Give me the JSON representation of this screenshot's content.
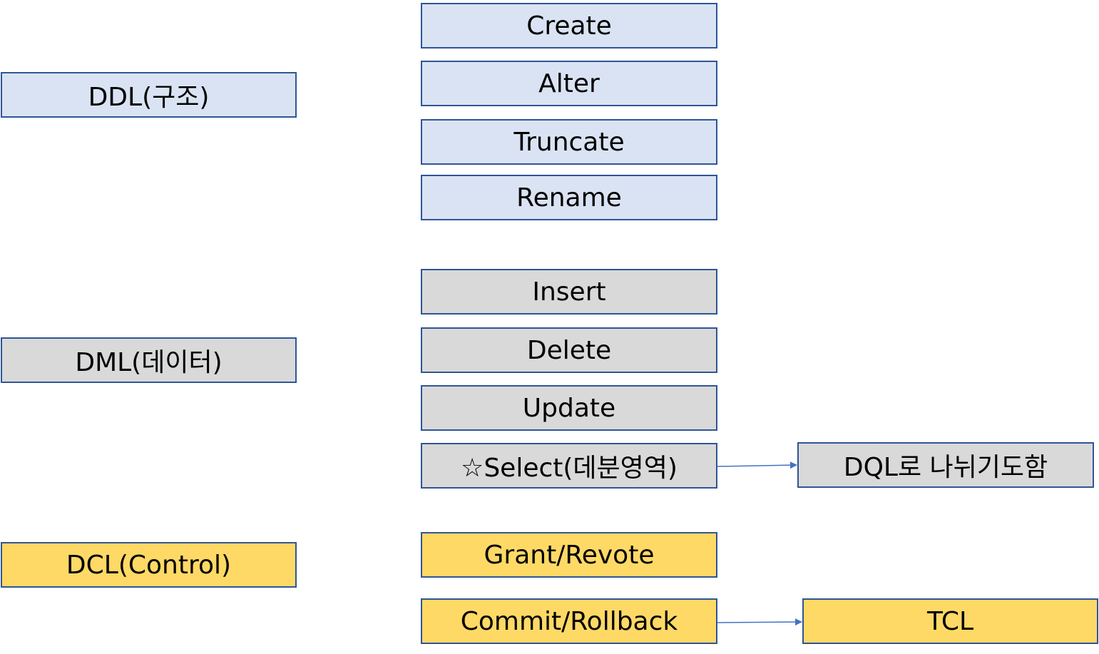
{
  "categories": {
    "ddl": "DDL(구조)",
    "dml": "DML(데이터)",
    "dcl": "DCL(Control)"
  },
  "commands": {
    "create": "Create",
    "alter": "Alter",
    "truncate": "Truncate",
    "rename": "Rename",
    "insert": "Insert",
    "delete": "Delete",
    "update": "Update",
    "select": "☆Select(데분영역)",
    "grant": "Grant/Revote",
    "commit": "Commit/Rollback"
  },
  "outcomes": {
    "dql": "DQL로 나뉘기도함",
    "tcl": "TCL"
  },
  "colors": {
    "ddl_fill": "#dae3f3",
    "dml_fill": "#d9d9d9",
    "dcl_fill": "#ffd966",
    "border": "#2f5597",
    "arrow": "#4472c4"
  }
}
